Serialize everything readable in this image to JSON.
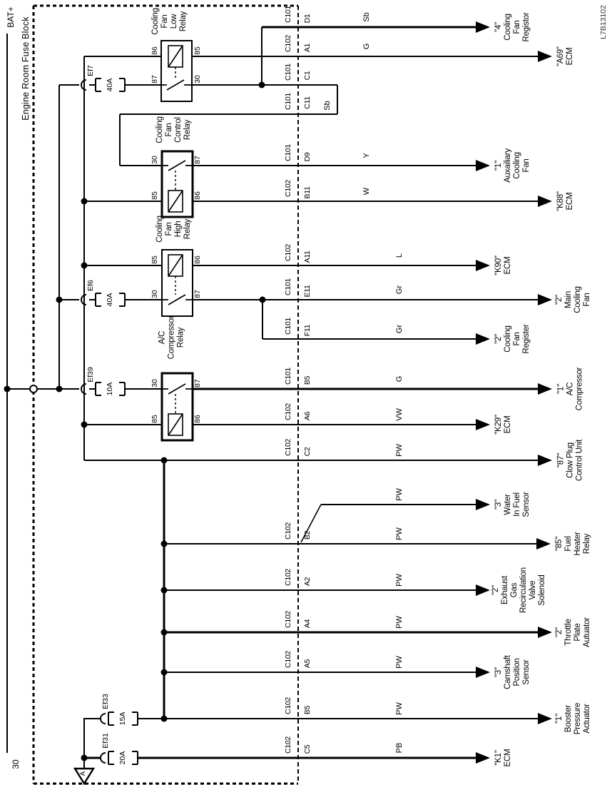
{
  "drawing_number": "L7B13102",
  "power": {
    "battery_line": "BAT+",
    "circuit_number": "30",
    "source_ref": "A"
  },
  "fuse_block_label": "Engine Room Fuse Block",
  "fuses": {
    "ef7": {
      "name": "Ef7",
      "rating": "40A"
    },
    "ef6": {
      "name": "Ef6",
      "rating": "40A"
    },
    "ef39": {
      "name": "Ef39",
      "rating": "10A"
    },
    "ef33": {
      "name": "Ef33",
      "rating": "15A"
    },
    "ef31": {
      "name": "Ef31",
      "rating": "20A"
    }
  },
  "relays": {
    "low": {
      "name": "Cooling\nFan\nLow\nRelay",
      "tl": "86",
      "tr": "85",
      "bl": "87",
      "br": "30"
    },
    "control": {
      "name": "Cooling\nFan\nControl\nRelay",
      "tl": "30",
      "tr": "87",
      "bl": "85",
      "br": "86"
    },
    "high": {
      "name": "Cooling\nFan\nHigh\nRelay",
      "tl": "85",
      "tr": "86",
      "bl": "30",
      "br": "87"
    },
    "ac": {
      "name": "A/C\nCompressor\nRelay",
      "tl": "30",
      "tr": "87",
      "bl": "85",
      "br": "86"
    }
  },
  "loop": {
    "connector_out": "C101",
    "pin_out": "C1",
    "connector_in": "C101",
    "pin_in": "C11",
    "wire": "Sb"
  },
  "rows": [
    {
      "connector": "C101",
      "pin": "D1",
      "wire": "Sb",
      "dest": "\"4\"\nCooling\nFan\nRegistor"
    },
    {
      "connector": "C102",
      "pin": "A1",
      "wire": "G",
      "dest": "\"A69\"\nECM"
    },
    {
      "connector": "C101",
      "pin": "D9",
      "wire": "Y",
      "dest": "\"1\"\nAuxailiary\nCooling\nFan"
    },
    {
      "connector": "C102",
      "pin": "B11",
      "wire": "W",
      "dest": "\"K88\"\nECM"
    },
    {
      "connector": "C102",
      "pin": "A11",
      "wire": "L",
      "dest": "\"K90\"\nECM"
    },
    {
      "connector": "C101",
      "pin": "E11",
      "wire": "Gr",
      "dest": "\"2\"\nMain\nCooling\nFan"
    },
    {
      "connector": "C101",
      "pin": "F11",
      "wire": "Gr",
      "dest": "\"2\"\nCooling\nFan\nRegister"
    },
    {
      "connector": "C101",
      "pin": "B5",
      "wire": "G",
      "dest": "\"1\"\nA/C\nCompressor"
    },
    {
      "connector": "C102",
      "pin": "A6",
      "wire": "VW",
      "dest": "\"K29\"\nECM"
    },
    {
      "connector": "C102",
      "pin": "C2",
      "wire": "PW",
      "dest": "\"87\"\nClow Plug\nControl Unit"
    },
    {
      "connector": "",
      "pin": "",
      "wire": "PW",
      "dest": "\"3\"\nWater\nIn Fuel\nSensor"
    },
    {
      "connector": "C102",
      "pin": "B2",
      "wire": "PW",
      "dest": "\"85\"\nFuel\nHeater\nRelay"
    },
    {
      "connector": "C102",
      "pin": "A2",
      "wire": "PW",
      "dest": "\"2\"\nExhaust\nGas\nRecirculation\nValve\nSolenoid"
    },
    {
      "connector": "C102",
      "pin": "A4",
      "wire": "PW",
      "dest": "\"2\"\nThrottle\nPlate\nAutuator"
    },
    {
      "connector": "C102",
      "pin": "A5",
      "wire": "PW",
      "dest": "\"3\"\nCamshaft\nPosition\nSensor"
    },
    {
      "connector": "C102",
      "pin": "B5",
      "wire": "PW",
      "dest": "\"1\"\nBooster\nPressure\nActuator"
    },
    {
      "connector": "C102",
      "pin": "C5",
      "wire": "PB",
      "dest": "\"K1\"\nECM"
    }
  ]
}
